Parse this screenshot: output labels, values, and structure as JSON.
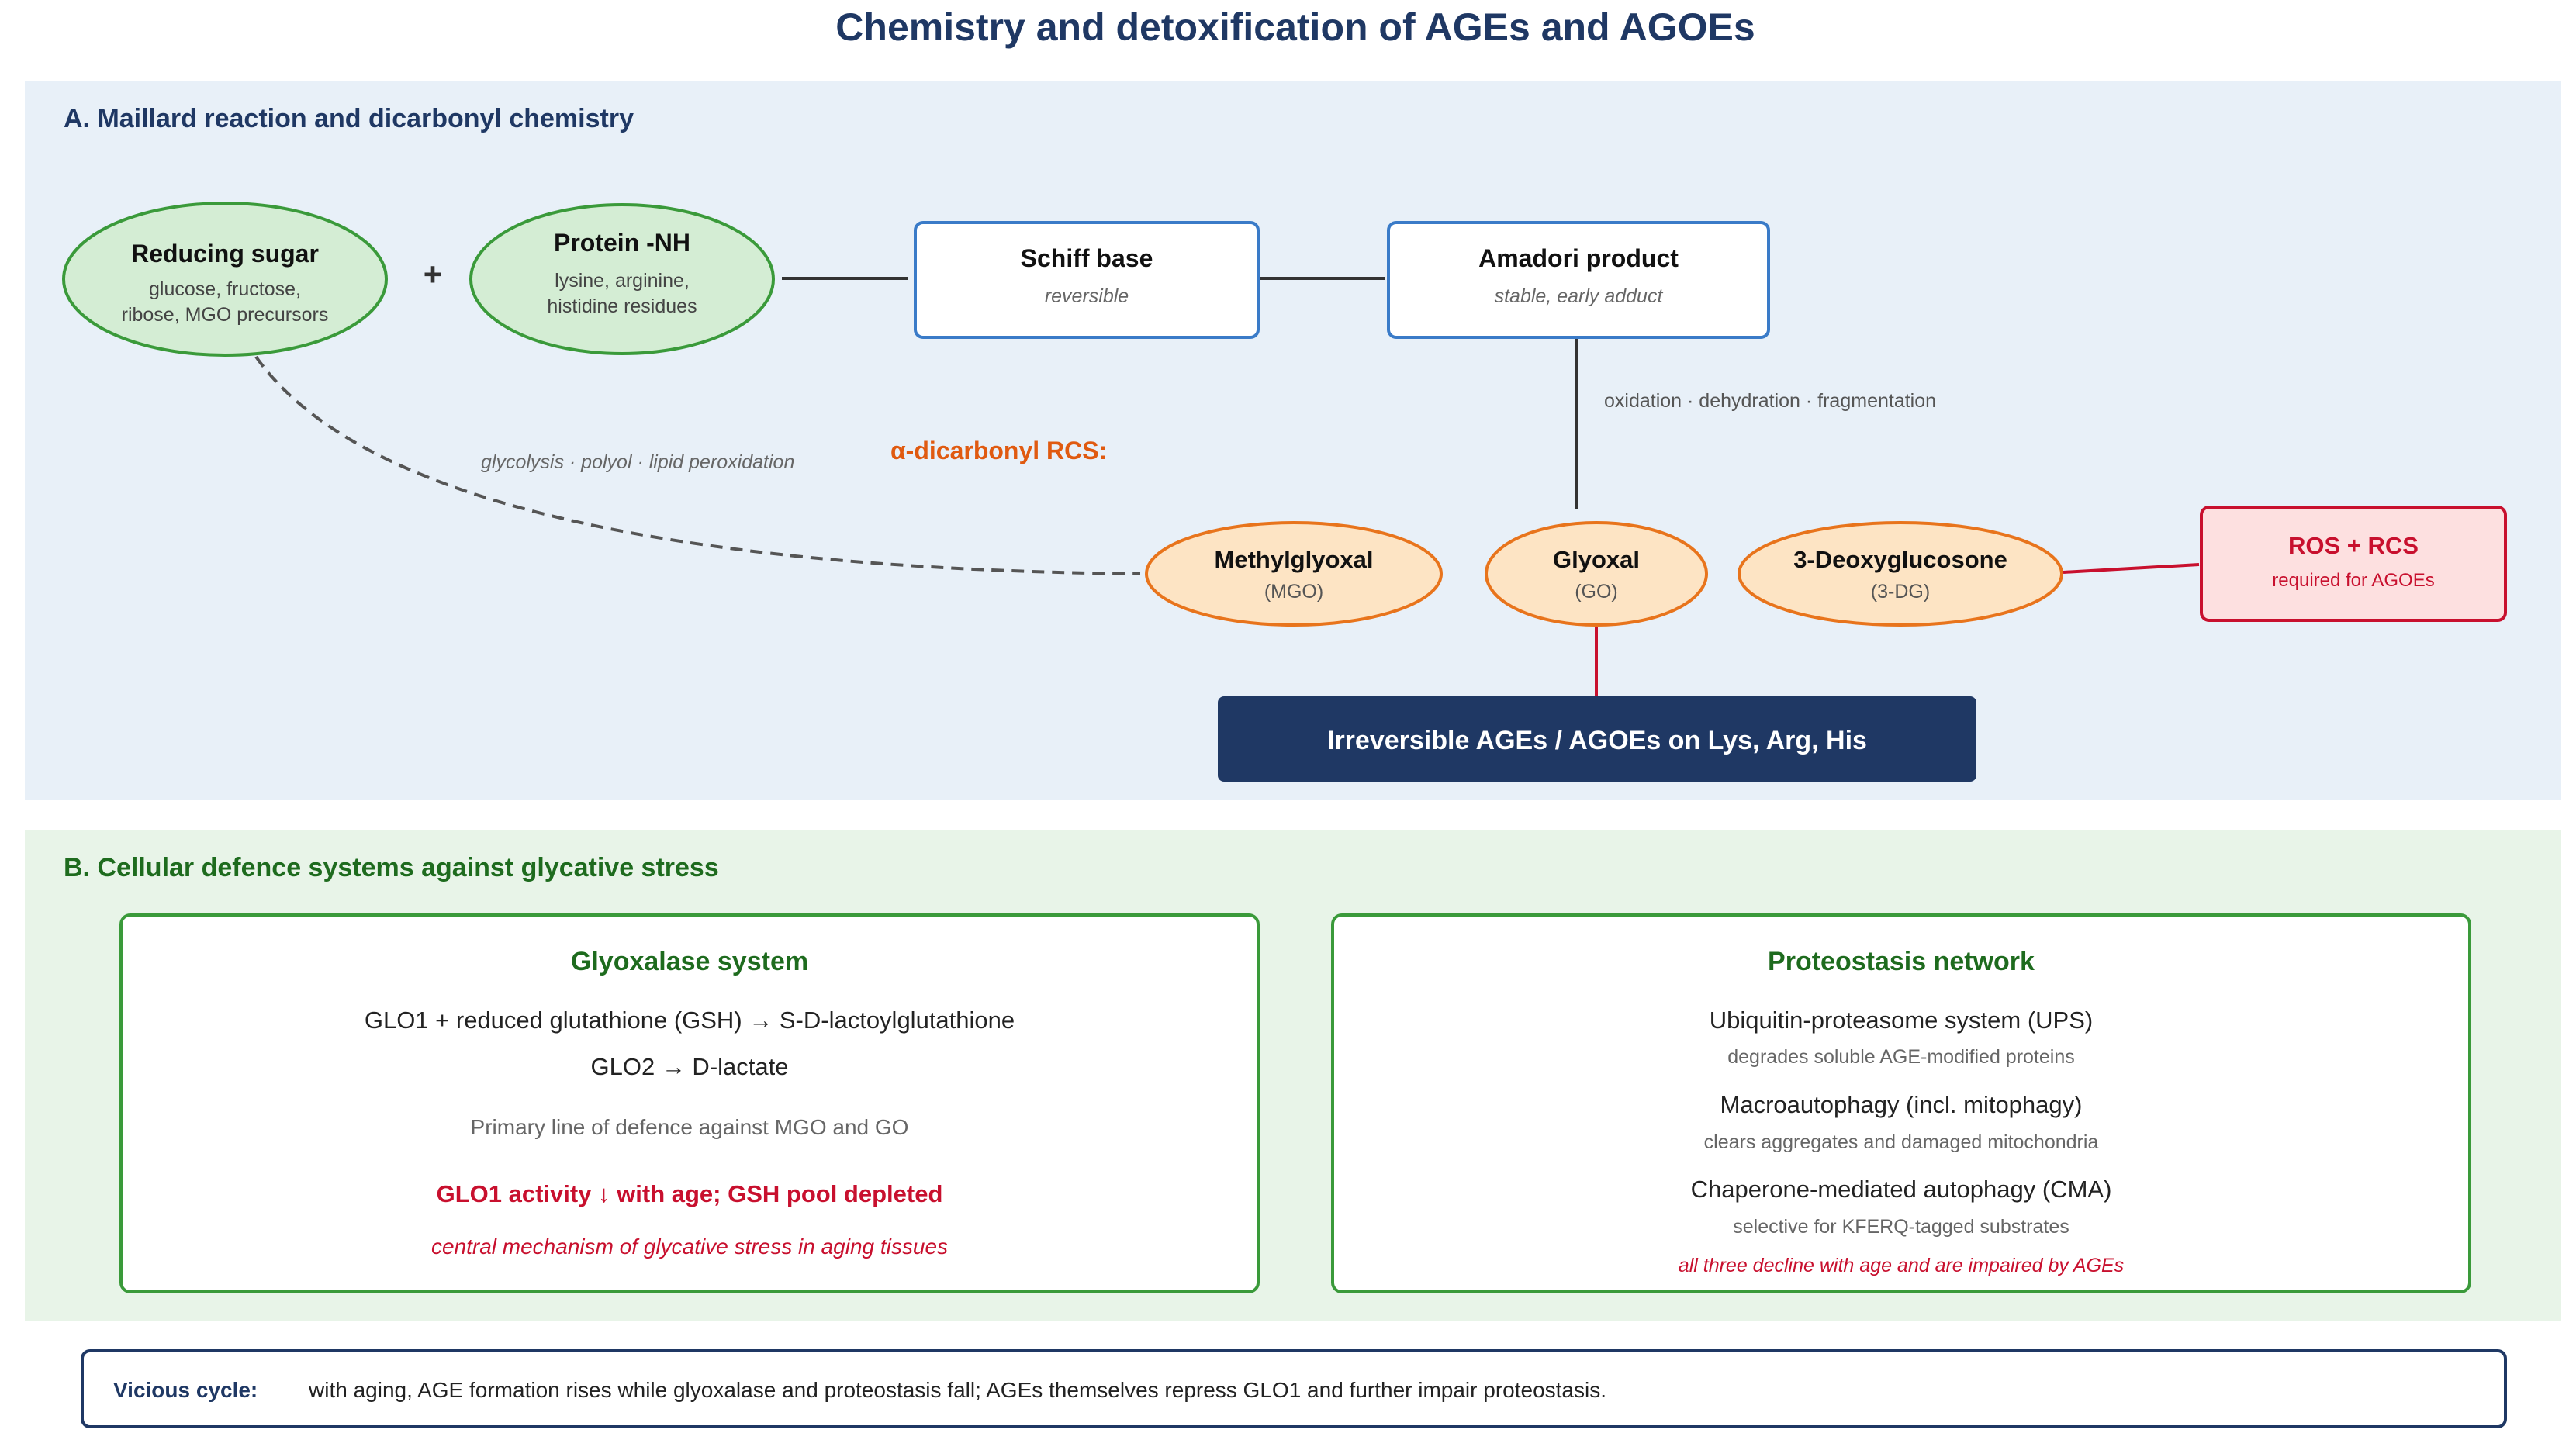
{
  "title": "Chemistry and detoxification of AGEs and AGOEs",
  "colors": {
    "title": "#1f3864",
    "panel_a_bg": "#e8f0f8",
    "panel_b_bg": "#e8f4e8",
    "green_fill": "#d4edd4",
    "green_stroke": "#3a9a3a",
    "green_text": "#1e6b1e",
    "blue_stroke": "#3a7bc8",
    "orange_fill": "#fde4c4",
    "orange_stroke": "#e8741c",
    "orange_text": "#e05a10",
    "red_fill": "#fde0e0",
    "red_stroke": "#c8102e",
    "red_text": "#c8102e",
    "navy": "#1f3864",
    "gray_text": "#666666"
  },
  "panel_a": {
    "heading": "A. Maillard reaction and dicarbonyl chemistry",
    "reducing_sugar": {
      "title": "Reducing sugar",
      "line1": "glucose, fructose,",
      "line2": "ribose, MGO precursors"
    },
    "plus": "+",
    "protein_nh": {
      "title": "Protein -NH",
      "line1": "lysine, arginine,",
      "line2": "histidine residues"
    },
    "schiff_base": {
      "title": "Schiff base",
      "sub": "reversible"
    },
    "amadori": {
      "title": "Amadori product",
      "sub": "stable, early adduct"
    },
    "oxidation_label": "oxidation · dehydration · fragmentation",
    "glycolysis_label": "glycolysis · polyol · lipid peroxidation",
    "rcs_label": "α-dicarbonyl RCS:",
    "mgo": {
      "title": "Methylglyoxal",
      "sub": "(MGO)"
    },
    "go": {
      "title": "Glyoxal",
      "sub": "(GO)"
    },
    "dg": {
      "title": "3-Deoxyglucosone",
      "sub": "(3-DG)"
    },
    "ros": {
      "title": "ROS + RCS",
      "sub": "required for AGOEs"
    },
    "ages": "Irreversible AGEs / AGOEs on Lys, Arg, His"
  },
  "panel_b": {
    "heading": "B. Cellular defence systems against glycative stress",
    "glyoxalase": {
      "title": "Glyoxalase system",
      "line1": "GLO1 + reduced glutathione (GSH) → S-D-lactoylglutathione",
      "line2": "GLO2 → D-lactate",
      "note": "Primary line of defence against MGO and GO",
      "warning": "GLO1 activity ↓ with age; GSH pool depleted",
      "warning_sub": "central mechanism of glycative stress in aging tissues"
    },
    "proteostasis": {
      "title": "Proteostasis network",
      "ups": "Ubiquitin-proteasome system (UPS)",
      "ups_sub": "degrades soluble AGE-modified proteins",
      "macro": "Macroautophagy (incl. mitophagy)",
      "macro_sub": "clears aggregates and damaged mitochondria",
      "cma": "Chaperone-mediated autophagy (CMA)",
      "cma_sub": "selective for KFERQ-tagged substrates",
      "warning": "all three decline with age and are impaired by AGEs"
    }
  },
  "footer": {
    "label": "Vicious cycle:",
    "text": "with aging, AGE formation rises while glyoxalase and proteostasis fall; AGEs themselves repress GLO1 and further impair proteostasis."
  }
}
